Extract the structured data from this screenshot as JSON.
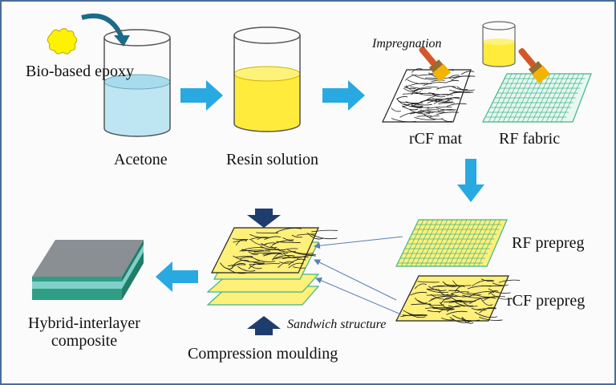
{
  "labels": {
    "bio_epoxy": "Bio-based epoxy",
    "acetone": "Acetone",
    "resin_solution": "Resin solution",
    "impregnation": "Impregnation",
    "rcf_mat": "rCF mat",
    "rf_fabric": "RF fabric",
    "rf_prepreg": "RF prepreg",
    "rcf_prepreg": "rCF prepreg",
    "sandwich_structure": "Sandwich structure",
    "compression_moulding": "Compression moulding",
    "hybrid_interlayer_composite": "Hybrid-interlayer composite"
  },
  "colors": {
    "arrow": "#29a9e1",
    "press_arrow": "#1f3c6e",
    "acetone": "#bde6f2",
    "resin": "#ffeb3b",
    "rf_grid": "#3db58a",
    "prepreg_fill": "#fff07a",
    "composite_top": "#8a8f94",
    "composite_side": "#2f9e84",
    "composite_layer": "#7fd0c8",
    "flake": "#fff200",
    "brush_handle": "#d4572a",
    "brush_bristle": "#f2b400",
    "frame": "#4a6d99"
  }
}
